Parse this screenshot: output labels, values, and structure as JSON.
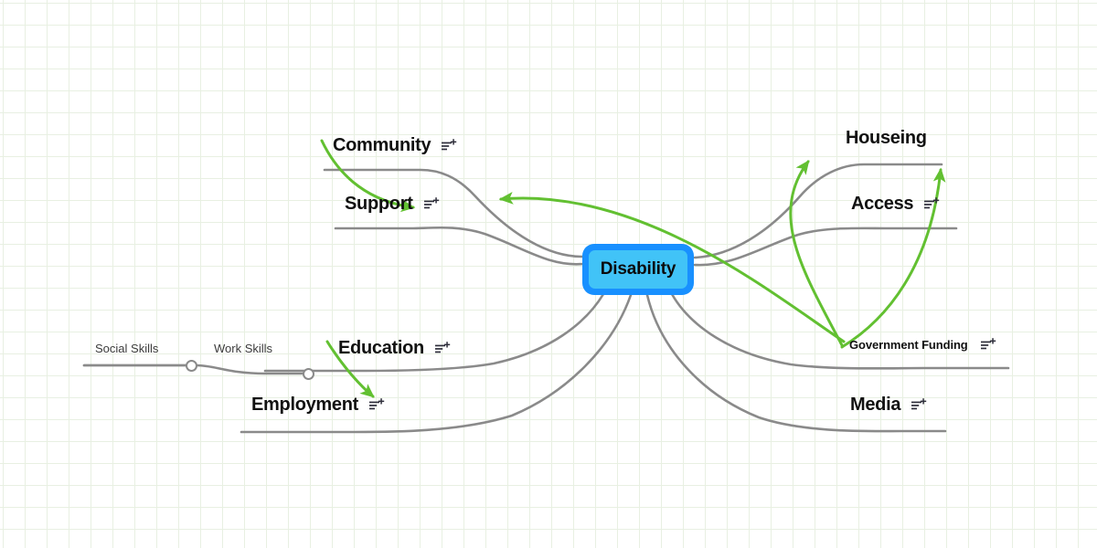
{
  "canvas": {
    "background_color": "#ffffff",
    "grid_color": "#e8f0e2",
    "grid_size": 24
  },
  "palette": {
    "node_fill": "#41c3f7",
    "node_border": "#1890ff",
    "branch_line": "#8a8a8a",
    "relationship_arrow": "#62c031",
    "text": "#111111"
  },
  "center": {
    "label": "Disability"
  },
  "topics": [
    {
      "id": "community",
      "label": "Community",
      "size": "main",
      "has_note_icon": true
    },
    {
      "id": "support",
      "label": "Support",
      "size": "main",
      "has_note_icon": true
    },
    {
      "id": "education",
      "label": "Education",
      "size": "main",
      "has_note_icon": true
    },
    {
      "id": "employment",
      "label": "Employment",
      "size": "main",
      "has_note_icon": true
    },
    {
      "id": "houseing",
      "label": "Houseing",
      "size": "main",
      "has_note_icon": false
    },
    {
      "id": "access",
      "label": "Access",
      "size": "main",
      "has_note_icon": true
    },
    {
      "id": "govfunding",
      "label": "Government Funding",
      "size": "small",
      "has_note_icon": true
    },
    {
      "id": "media",
      "label": "Media",
      "size": "main",
      "has_note_icon": true
    },
    {
      "id": "socialskills",
      "label": "Social Skills",
      "size": "sub",
      "has_note_icon": false
    },
    {
      "id": "workskills",
      "label": "Work Skills",
      "size": "sub",
      "has_note_icon": false
    }
  ],
  "icons": {
    "note": "note-add-icon",
    "handle": "collapse-handle-icon"
  },
  "relationships": [
    {
      "from": "community",
      "to": "support",
      "color": "#62c031"
    },
    {
      "from": "education",
      "to": "employment",
      "color": "#62c031"
    },
    {
      "from": "access",
      "to": "support",
      "color": "#62c031"
    },
    {
      "from": "govfunding",
      "to": "houseing",
      "color": "#62c031"
    },
    {
      "from": "govfunding",
      "to": "access",
      "color": "#62c031"
    }
  ]
}
